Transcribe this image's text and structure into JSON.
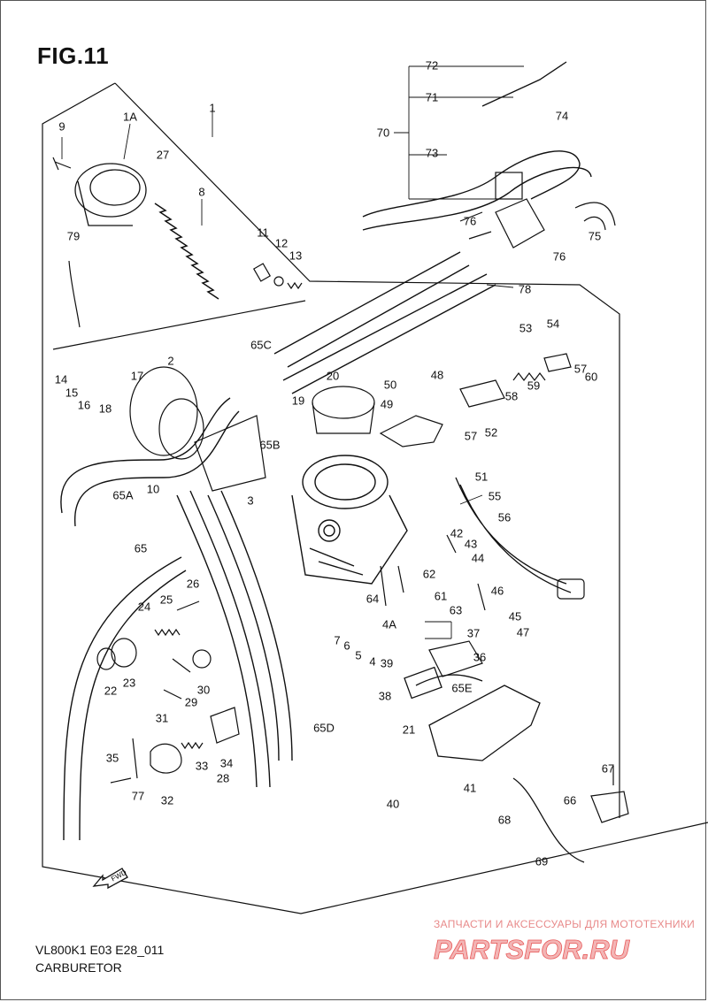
{
  "figure_title": "FIG.11",
  "footer": {
    "code": "VL800K1 E03 E28_011",
    "name": "CARBURETOR"
  },
  "watermark": {
    "caption": "ЗАПЧАСТИ И АКСЕССУАРЫ ДЛЯ МОТОТЕХНИКИ",
    "logo_text": "PARTSFOR.RU",
    "color": "#e85c5c"
  },
  "direction_badge": "FWD",
  "part_labels": [
    "1",
    "1A",
    "2",
    "3",
    "4",
    "4A",
    "5",
    "6",
    "7",
    "8",
    "9",
    "10",
    "11",
    "12",
    "13",
    "14",
    "15",
    "16",
    "17",
    "18",
    "19",
    "20",
    "21",
    "22",
    "23",
    "24",
    "25",
    "26",
    "27",
    "28",
    "29",
    "30",
    "31",
    "32",
    "33",
    "34",
    "35",
    "36",
    "37",
    "38",
    "39",
    "40",
    "41",
    "42",
    "43",
    "44",
    "45",
    "46",
    "47",
    "48",
    "49",
    "50",
    "51",
    "52",
    "53",
    "54",
    "55",
    "56",
    "57",
    "57",
    "58",
    "59",
    "60",
    "61",
    "62",
    "63",
    "64",
    "65",
    "65A",
    "65B",
    "65C",
    "65D",
    "65E",
    "66",
    "67",
    "68",
    "69",
    "70",
    "71",
    "72",
    "73",
    "74",
    "75",
    "76",
    "76",
    "77",
    "78",
    "79"
  ]
}
